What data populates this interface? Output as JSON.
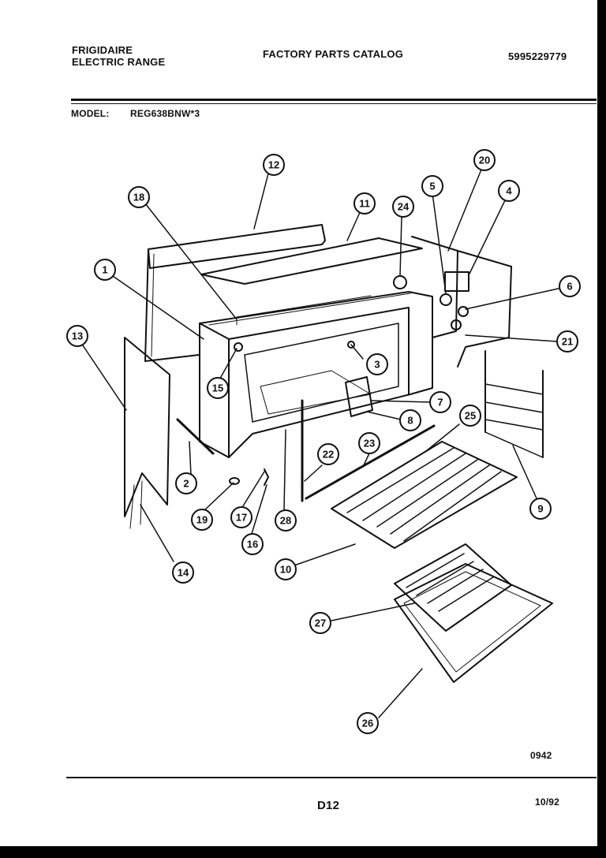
{
  "header": {
    "brand_line1": "FRIGIDAIRE",
    "brand_line2": "ELECTRIC RANGE",
    "catalog_title": "FACTORY PARTS CATALOG",
    "catalog_number": "5995229779",
    "model_label": "MODEL:",
    "model_value": "REG638BNW*3"
  },
  "diagram": {
    "callouts": [
      "1",
      "2",
      "3",
      "4",
      "5",
      "6",
      "7",
      "8",
      "9",
      "10",
      "11",
      "12",
      "13",
      "14",
      "15",
      "16",
      "17",
      "18",
      "19",
      "20",
      "21",
      "22",
      "23",
      "24",
      "25",
      "26",
      "27",
      "28"
    ]
  },
  "footer": {
    "drawing_code": "0942",
    "page_code": "D12",
    "date_code": "10/92"
  }
}
